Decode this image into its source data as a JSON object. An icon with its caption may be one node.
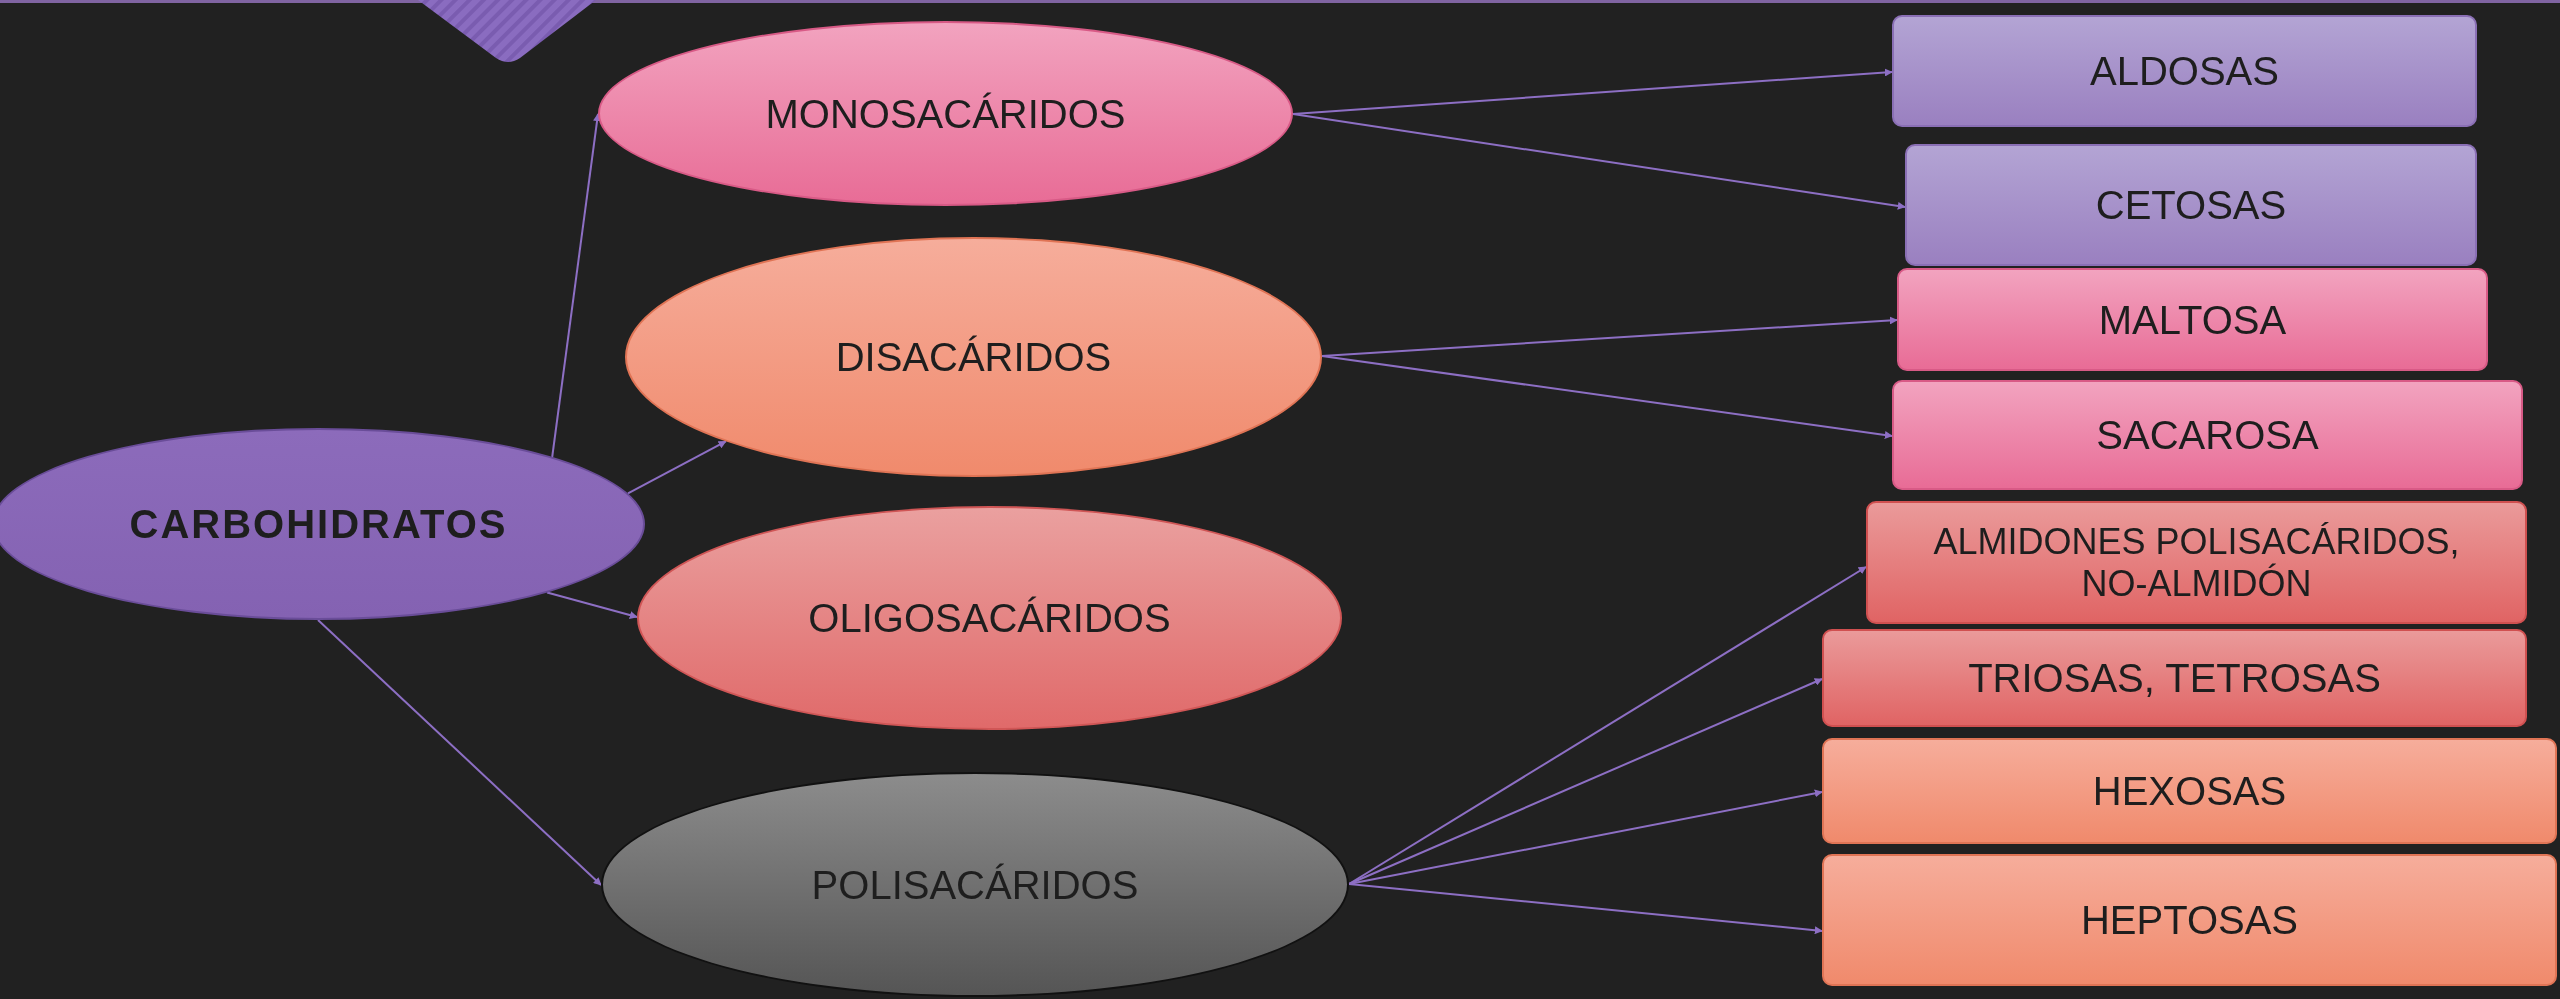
{
  "diagram": {
    "nodes": [
      {
        "text": [
          "CARBOHIDRATOS"
        ]
      },
      {
        "text": [
          "MONOSACÁRIDOS"
        ]
      },
      {
        "text": [
          "DISACÁRIDOS"
        ]
      },
      {
        "text": [
          "OLIGOSACÁRIDOS"
        ]
      },
      {
        "text": [
          "POLISACÁRIDOS"
        ]
      },
      {
        "text": [
          "ALDOSAS"
        ]
      },
      {
        "text": [
          "CETOSAS"
        ]
      },
      {
        "text": [
          "MALTOSA"
        ]
      },
      {
        "text": [
          "SACAROSA"
        ]
      },
      {
        "text": [
          "ALMIDONES POLISACÁRIDOS, NO-ALMIDÓN"
        ]
      },
      {
        "text": [
          "TRIOSAS, TETROSAS"
        ]
      },
      {
        "text": [
          "HEXOSAS"
        ]
      },
      {
        "text": [
          "HEPTOSAS"
        ]
      }
    ],
    "edges": [
      {
        "from": 0,
        "to": 1,
        "arrow": "to"
      },
      {
        "from": 0,
        "to": 2,
        "arrow": "to"
      },
      {
        "from": 0,
        "to": 3,
        "arrow": "to"
      },
      {
        "from": 0,
        "to": 4,
        "arrow": "to"
      },
      {
        "from": 1,
        "to": 5,
        "arrow": "to"
      },
      {
        "from": 1,
        "to": 6,
        "arrow": "to"
      },
      {
        "from": 2,
        "to": 7,
        "arrow": "to"
      },
      {
        "from": 2,
        "to": 8,
        "arrow": "to"
      },
      {
        "from": 4,
        "to": 9,
        "arrow": "to"
      },
      {
        "from": 4,
        "to": 10,
        "arrow": "to"
      },
      {
        "from": 4,
        "to": 11,
        "arrow": "to"
      },
      {
        "from": 4,
        "to": 12,
        "arrow": "to"
      }
    ]
  }
}
